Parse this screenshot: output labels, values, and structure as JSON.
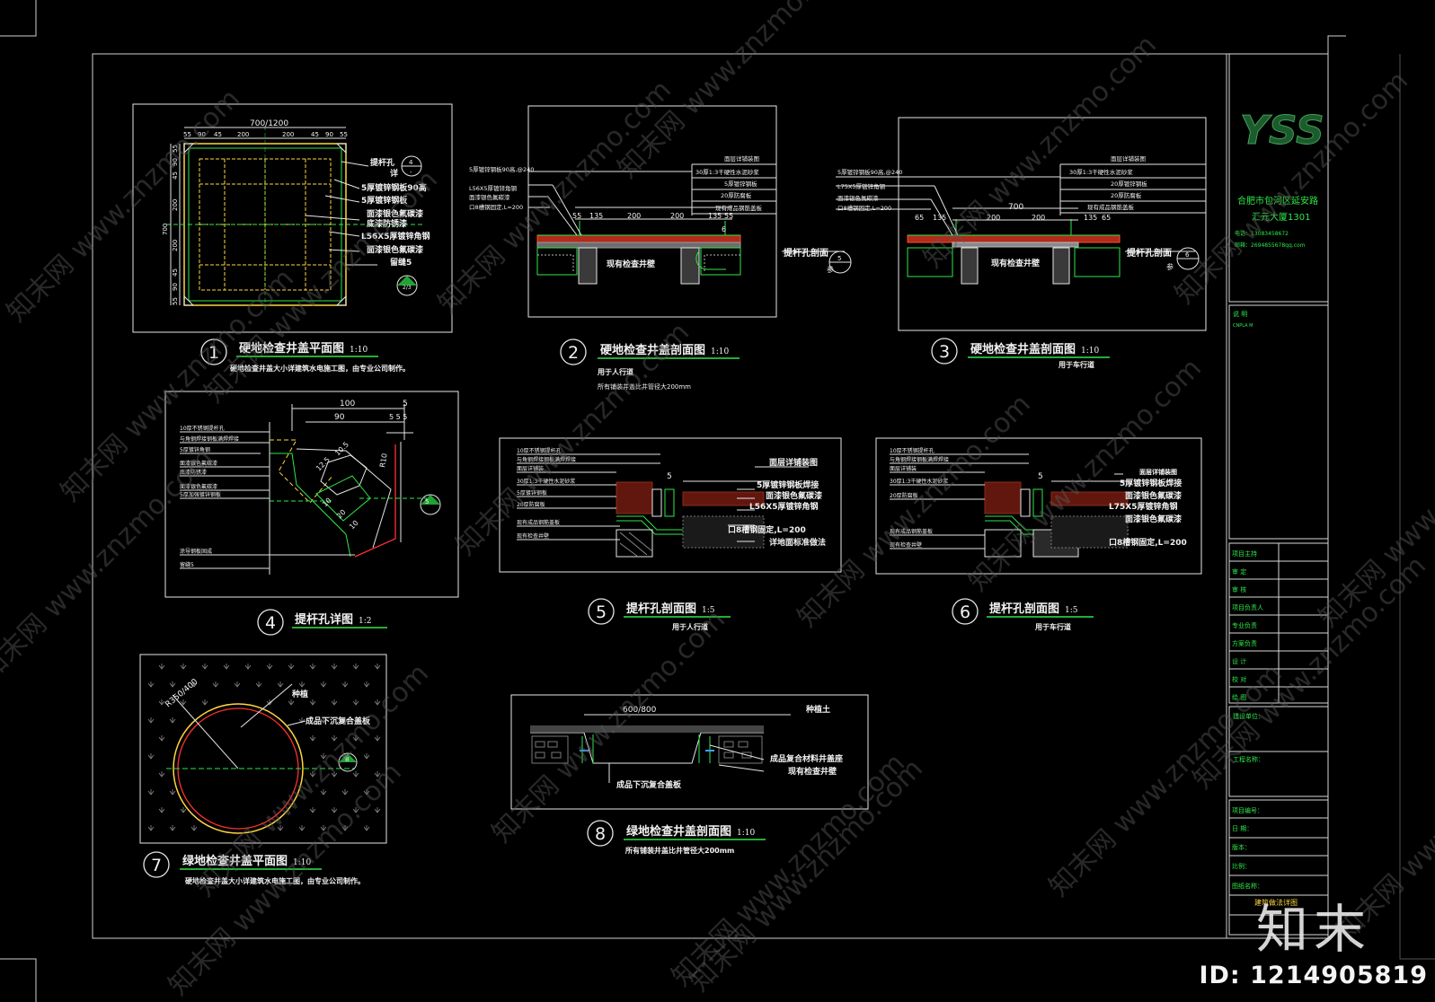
{
  "watermark": {
    "site": "知末网 www.znzmo.com",
    "brand": "知末",
    "id_label": "ID: 1214905819"
  },
  "titleblock": {
    "logo": "YSS",
    "company_address": [
      "合肥市包河区延安路",
      "汇元大厦1301"
    ],
    "phone": "电话：13083458672",
    "email": "邮箱：2694855678qq.com",
    "notes_title": "说  明",
    "notes_sub": "CNPLA M",
    "rows": [
      "项目主持",
      "审  定",
      "审  核",
      "项目负责人",
      "专业负责",
      "方案负责",
      "设  计",
      "校  对",
      "绘  图"
    ],
    "unit_label": "建设单位：",
    "project_label": "工程名称：",
    "info_rows": [
      "项目编号：",
      "日  期：",
      "版本：",
      "比例：",
      "图纸名称："
    ],
    "drawing_name": "建筑做法详图"
  },
  "details": [
    {
      "no": "1",
      "title": "硬地检查井盖平面图",
      "scale": "1:10",
      "note1": "硬地检查井盖大小详建筑水电施工图，由专业公司制作。",
      "note2": ""
    },
    {
      "no": "2",
      "title": "硬地检查井盖剖面图",
      "scale": "1:10",
      "note1": "用于人行道",
      "note2": "所有铺装井盖比井管径大200mm"
    },
    {
      "no": "3",
      "title": "硬地检查井盖剖面图",
      "scale": "1:10",
      "note1": "用于车行道",
      "note2": ""
    },
    {
      "no": "4",
      "title": "提杆孔详图",
      "scale": "1:2",
      "note1": "",
      "note2": ""
    },
    {
      "no": "5",
      "title": "提杆孔剖面图",
      "scale": "1:5",
      "note1": "用于人行道",
      "note2": ""
    },
    {
      "no": "6",
      "title": "提杆孔剖面图",
      "scale": "1:5",
      "note1": "用于车行道",
      "note2": ""
    },
    {
      "no": "7",
      "title": "绿地检查井盖平面图",
      "scale": "1:10",
      "note1": "硬地检查井盖大小详建筑水电施工图，由专业公司制作。",
      "note2": ""
    },
    {
      "no": "8",
      "title": "绿地检查井盖剖面图",
      "scale": "1:10",
      "note1": "所有铺装井盖比井管径大200mm",
      "note2": ""
    }
  ],
  "d1": {
    "dim_total": "700/1200",
    "dims_top": [
      "55",
      "90",
      "45",
      "200",
      "200",
      "45",
      "90",
      "55"
    ],
    "dims_left": [
      "55",
      "90",
      "45",
      "200",
      "200",
      "45",
      "90",
      "55"
    ],
    "dim_left_total": "700",
    "labels": [
      "提杆孔",
      "详",
      "5厚镀锌钢板90高",
      "5厚镀锌钢板",
      "面漆银色氟碳漆",
      "底漆防锈漆",
      "L56X5厚镀锌角钢",
      "面漆银色氟碳漆",
      "留缝5"
    ],
    "ref_marks": [
      "4",
      "-",
      "2/3"
    ]
  },
  "d2": {
    "labels_left": [
      "5厚镀锌钢板90高,@240",
      "L56X5厚镀锌角钢",
      "面漆银色氟碳漆",
      "口8槽钢固定,L=200"
    ],
    "labels_right": [
      "面层详铺装图",
      "30厚1:3干硬性水泥砂浆",
      "5厚镀锌钢板",
      "20厚防腐板",
      "现有成品钢筋盖板"
    ],
    "dims": [
      "55",
      "135",
      "200",
      "200",
      "135",
      "55"
    ],
    "dim_cut": "6",
    "bottom_label": "现有检查井壁",
    "cut_label": "提杆孔剖面",
    "cut_ref": "5",
    "cut_sub": "参"
  },
  "d3": {
    "labels_left": [
      "5厚镀锌钢板90高,@240",
      "L75X5厚镀锌角钢",
      "面漆银色氟碳漆",
      "口8槽钢固定,L=200"
    ],
    "labels_right": [
      "面层详铺装图",
      "30厚1:3干硬性水泥砂浆",
      "20厚镀锌钢板",
      "20厚防腐板",
      "现有成品钢筋盖板"
    ],
    "dim_total": "700",
    "dims": [
      "65",
      "135",
      "200",
      "200",
      "135",
      "65"
    ],
    "bottom_label": "现有检查井壁",
    "cut_label": "提杆孔剖面",
    "cut_ref": "6",
    "cut_sub": "参"
  },
  "d4": {
    "dim_top": "100",
    "dim_top_right": "5",
    "dim_mid": "90",
    "dim_small": "5 5 5",
    "labels": [
      "10厚不锈钢提杆孔",
      "与角钢焊接钢板满焊焊接",
      "5厚镀锌角钢",
      "面漆银色氟碳漆",
      "底漆防锈漆",
      "面漆银色氟碳漆",
      "5厚加强镀锌钢板",
      "涂导钢板固成",
      "留缝5"
    ],
    "marks": [
      "12.5",
      "10.5",
      "R10",
      "10",
      "20",
      "10"
    ],
    "ref": "5"
  },
  "d5": {
    "labels_left": [
      "10厚不锈钢提杆孔",
      "与角钢焊接钢板满焊焊接",
      "面层详铺装",
      "30厚1:3干硬性水泥砂浆",
      "5厚镀锌钢板",
      "20厚防腐板",
      "现有成品钢筋盖板",
      "现有检查井壁"
    ],
    "labels_right": [
      "面层详铺装图",
      "5厚镀锌钢板焊接",
      "面漆银色氟碳漆",
      "L56X5厚镀锌角钢",
      "口8槽钢固定,L=200",
      "详地面标准做法"
    ],
    "dim": "5"
  },
  "d6": {
    "labels_left": [
      "10厚不锈钢提杆孔",
      "与角钢焊接钢板满焊焊接",
      "面层详铺装",
      "30厚1:3干硬性水泥砂浆",
      "20厚防腐板",
      "现有成品钢筋盖板",
      "现有检查井壁"
    ],
    "labels_right": [
      "面层详铺装图",
      "5厚镀锌钢板焊接",
      "面漆银色氟碳漆",
      "L75X5厚镀锌角钢",
      "面漆银色氟碳漆",
      "口8槽钢固定,L=200"
    ],
    "dim": "5"
  },
  "d7": {
    "radius": "R350/400",
    "labels": [
      "种植",
      "成品下沉复合盖板"
    ],
    "ref": "8"
  },
  "d8": {
    "dim": "600/800",
    "labels": [
      "种植土",
      "成品复合材料井盖座",
      "现有检查井壁",
      "成品下沉复合盖板"
    ]
  }
}
